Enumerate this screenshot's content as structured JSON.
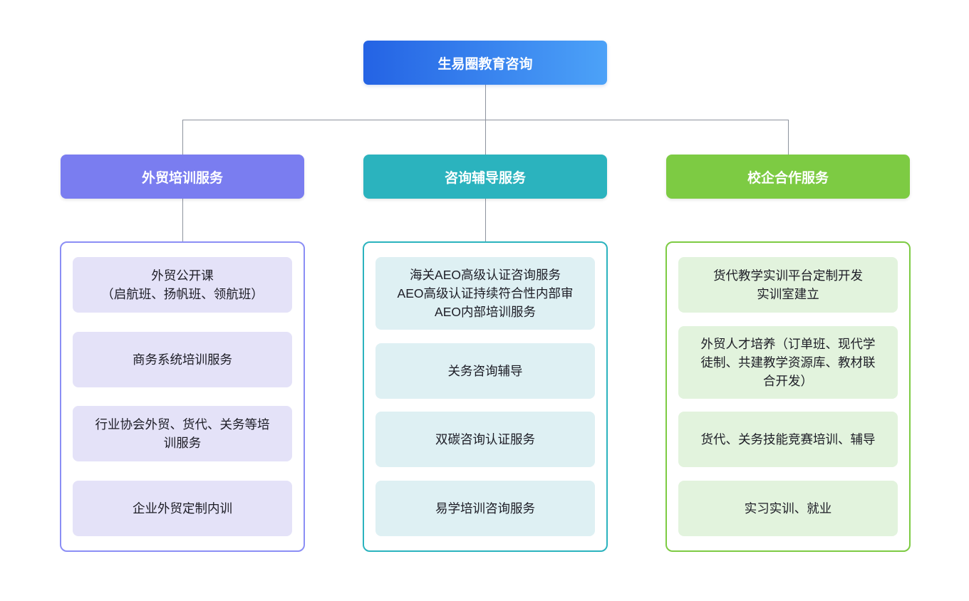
{
  "root": {
    "label": "生易圈教育咨询"
  },
  "palette": {
    "root_gradient_start": "#2463e4",
    "root_gradient_end": "#4ca2f8",
    "branch_purple": "#7a7df0",
    "branch_purple_border": "#8b8ef5",
    "branch_purple_item_bg": "#e4e2f8",
    "branch_teal": "#2bb3be",
    "branch_teal_item_bg": "#def0f3",
    "branch_green": "#7dcb43",
    "branch_green_item_bg": "#e2f3dd",
    "connector_line": "#8d939e"
  },
  "branches": [
    {
      "label": "外贸培训服务",
      "items": [
        [
          "外贸公开课",
          "（启航班、扬帆班、领航班）"
        ],
        [
          "商务系统培训服务"
        ],
        [
          "行业协会外贸、货代、关务等培",
          "训服务"
        ],
        [
          "企业外贸定制内训"
        ]
      ]
    },
    {
      "label": "咨询辅导服务",
      "items": [
        [
          "海关AEO高级认证咨询服务",
          "AEO高级认证持续符合性内部审",
          "AEO内部培训服务"
        ],
        [
          "关务咨询辅导"
        ],
        [
          "双碳咨询认证服务"
        ],
        [
          "易学培训咨询服务"
        ]
      ]
    },
    {
      "label": "校企合作服务",
      "items": [
        [
          "货代教学实训平台定制开发",
          "实训室建立"
        ],
        [
          "外贸人才培养（订单班、现代学",
          "徒制、共建教学资源库、教材联",
          "合开发）"
        ],
        [
          "货代、关务技能竞赛培训、辅导"
        ],
        [
          "实习实训、就业"
        ]
      ]
    }
  ]
}
